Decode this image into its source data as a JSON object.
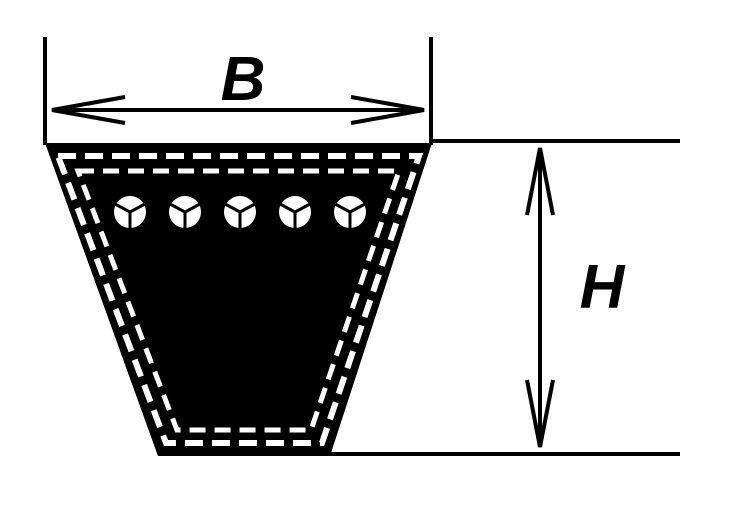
{
  "diagram": {
    "title_labels": {
      "width_label": "B",
      "height_label": "H"
    },
    "cord_count": 5,
    "colors": {
      "ink": "#000000",
      "background": "#ffffff"
    }
  }
}
